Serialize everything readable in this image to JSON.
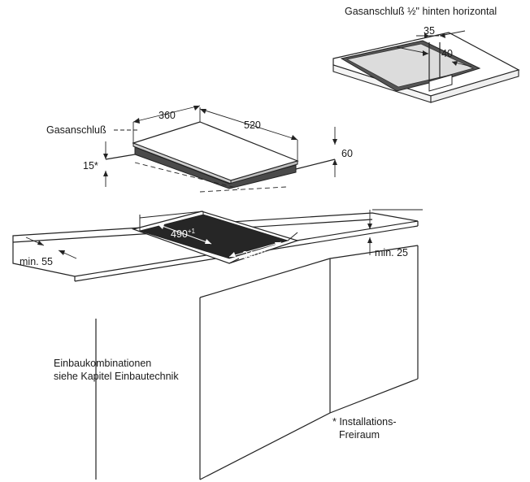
{
  "labels": {
    "gas_horizontal": "Gasanschluß ½\" hinten horizontal",
    "dim_35": "35",
    "dim_40": "40",
    "gas_connection": "Gasanschluß",
    "dim_360": "360",
    "dim_520": "520",
    "dim_60": "60",
    "dim_15": "15*",
    "cutout_490": "490",
    "cutout_340": "340",
    "tolerance": "+1",
    "min_25": "min. 25",
    "min_55": "min. 55",
    "combo_line1": "Einbaukombinationen",
    "combo_line2": "siehe Kapitel Einbautechnik",
    "install_line1": "* Installations-",
    "install_line2": "Freiraum"
  }
}
